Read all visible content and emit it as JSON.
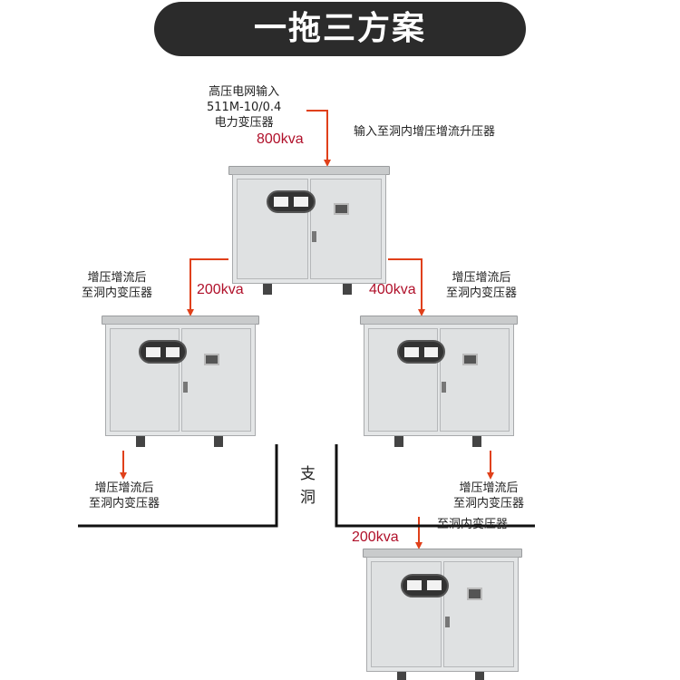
{
  "title": "一拖三方案",
  "source": {
    "line1": "高压电网输入",
    "line2": "511M-10/0.4",
    "line3": "电力变压器",
    "capacity": "800kva"
  },
  "main_unit_label": "输入至洞内增压增流升压器",
  "left_branch": {
    "line1": "增压增流后",
    "line2": "至洞内变压器",
    "capacity": "200kva"
  },
  "right_branch": {
    "line1": "增压增流后",
    "line2": "至洞内变压器",
    "capacity": "400kva"
  },
  "left_output": {
    "line1": "增压增流后",
    "line2": "至洞内变压器"
  },
  "right_output": {
    "line1": "增压增流后",
    "line2": "至洞内变压器"
  },
  "tunnel": {
    "line1": "支",
    "line2": "洞"
  },
  "bottom_branch": {
    "label": "至洞内变压器",
    "capacity": "200kva"
  },
  "colors": {
    "arrow": "#e0401a",
    "capacity_text": "#b0102a",
    "title_bg": "#2b2b2b"
  }
}
